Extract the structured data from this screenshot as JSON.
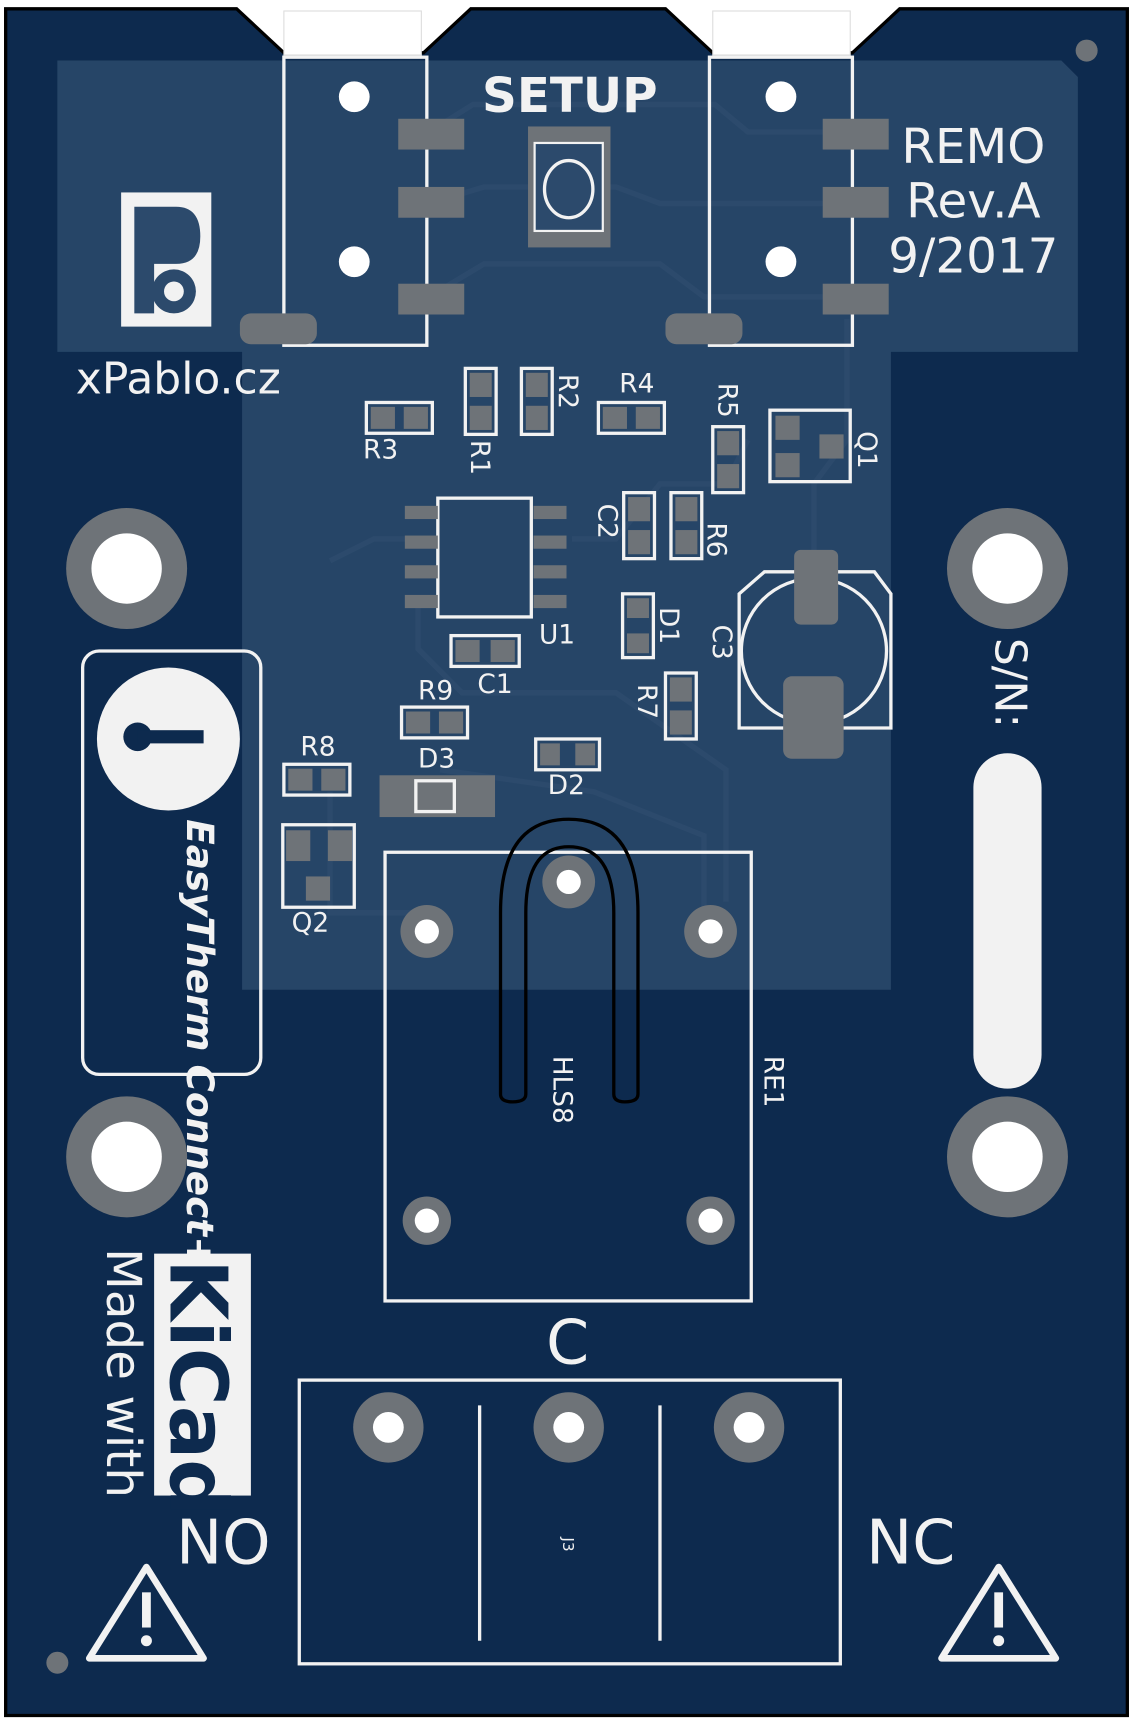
{
  "board": {
    "title": "REMO",
    "revision": "Rev.A",
    "date": "9/2017",
    "author": "xPablo.cz",
    "setup_label": "SETUP",
    "serial_label": "S/N:",
    "logo_text": "EasyTherm Connect+",
    "kicad_text": "Made with",
    "kicad_logo": "KiCad",
    "colors": {
      "board": "#0d2a4e",
      "copper": "#2c4a6c",
      "silk": "#f2f2f2",
      "pad": "#6e7378"
    }
  },
  "components": {
    "R1": "R1",
    "R2": "R2",
    "R3": "R3",
    "R4": "R4",
    "R5": "R5",
    "R6": "R6",
    "R7": "R7",
    "R8": "R8",
    "R9": "R9",
    "C1": "C1",
    "C2": "C2",
    "C3": "C3",
    "Q1": "Q1",
    "Q2": "Q2",
    "D1": "D1",
    "D2": "D2",
    "D3": "D3",
    "U1": "U1",
    "HLS8": "HLS8",
    "RE1": "RE1",
    "J3": "J3"
  },
  "terminals": {
    "common": "C",
    "normally_open": "NO",
    "normally_closed": "NC"
  }
}
